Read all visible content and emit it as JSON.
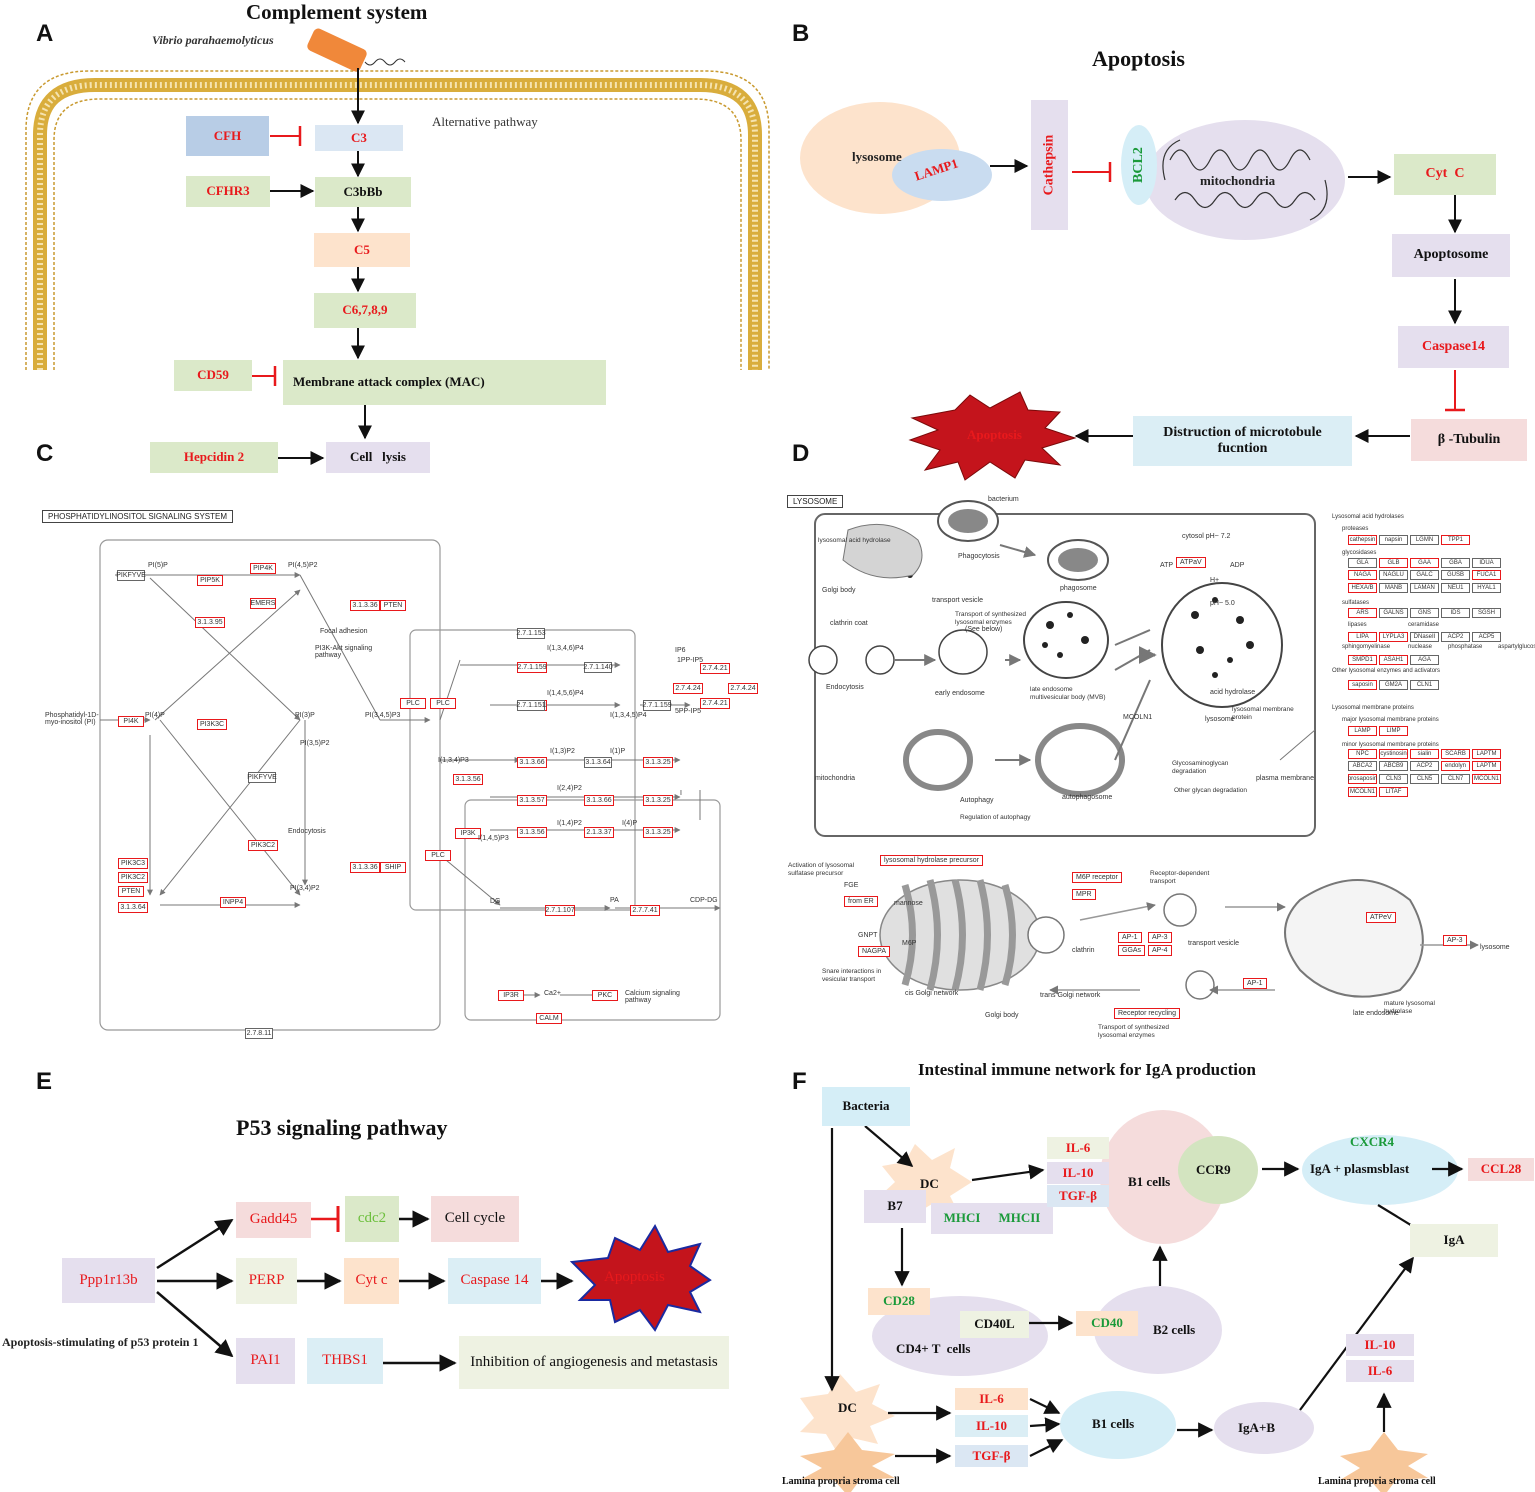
{
  "panels": {
    "A": {
      "label": "A",
      "title": "Complement system",
      "bacterium": "Vibrio parahaemolyticus",
      "pathway_note": "Alternative pathway",
      "cfh": "CFH",
      "c3": "C3",
      "cfhr3": "CFHR3",
      "c3bbb": "C3bBb",
      "c5": "C5",
      "c6789": "C6,7,8,9",
      "cd59": "CD59",
      "mac": "Membrane attack complex (MAC)",
      "hepcidin": "Hepcidin 2",
      "lysis": "Cell   lysis"
    },
    "B": {
      "label": "B",
      "title": "Apoptosis",
      "lysosome": "lysosome",
      "lamp1": "LAMP1",
      "cathepsin": "Cathepsin",
      "bcl2": "BCL2",
      "mitochondria": "mitochondria",
      "cytc": "Cyt  C",
      "apoptosome": "Apoptosome",
      "caspase14": "Caspase14",
      "tubulin": "β -Tubulin",
      "distruction": "Distruction of  microtobule fucntion",
      "apoptosis": "Apoptosis"
    },
    "C": {
      "label": "C",
      "title": "PHOSPHATIDYLINOSITOL SIGNALING SYSTEM",
      "red_boxes": [
        "PIP4K",
        "PIP5K",
        "EMERS",
        "3.1.3.95",
        "3.1.3.36",
        "PTEN",
        "PI3K3C",
        "PLC",
        "PLC",
        "PI4K",
        "PIK3C2",
        "PIK3C3",
        "PIK3C2",
        "PTEN",
        "3.1.3.64",
        "INPP4",
        "3.1.3.36",
        "SHIP",
        "PLC",
        "2.7.1.159",
        "2.7.1.151",
        "3.1.3.56",
        "3.1.3.66",
        "3.1.3.57",
        "3.1.3.66",
        "3.1.3.25",
        "3.1.3.25",
        "3.1.3.56",
        "2.1.3.37",
        "3.1.3.25",
        "IP3K",
        "2.7.1.107",
        "2.7.7.41",
        "IP3R",
        "PKC",
        "CALM",
        "2.7.4.21",
        "2.7.4.24",
        "2.7.4.24",
        "2.7.4.21"
      ],
      "grey_boxes": [
        "PIKFYVE",
        "PIKFYVE",
        "2.7.1.153",
        "2.7.1.140",
        "2.7.1.151",
        "3.1.3.64",
        "2.7.1.159",
        "2.7.8.11"
      ],
      "labels": [
        "PI(5)P",
        "PI(4,5)P2",
        "Phosphatidyl-1D-myo-inositol (PI)",
        "PI(4)P",
        "PI(3)P",
        "PI(3,5)P2",
        "PI(3,4,5)P3",
        "PI(3,4)P2",
        "Focal adhesion",
        "PI3K-Akt signaling pathway",
        "Endocytosis",
        "I(1,3,4,6)P4",
        "I(1,4,5,6)P4",
        "I(1,3,4,5)P4",
        "I(1,3,4)P3",
        "I(1,3)P2",
        "I(2,4)P2",
        "I(1,4)P2",
        "I(1,4,5)P3",
        "I(1)P",
        "I(4)P",
        "I",
        "DG",
        "PA",
        "CDP-DG",
        "Calcium signaling pathway",
        "IP6",
        "1PP-IP5",
        "5PP-IP5",
        "Ca2+"
      ]
    },
    "D": {
      "label": "D",
      "title": "LYSOSOME",
      "labels": [
        "bacterium",
        "lysosomal acid hydrolase",
        "Golgi body",
        "transport vesicle",
        "Phagocytosis",
        "phagosome",
        "cytosol pH~ 7.2",
        "ATP",
        "ADP",
        "ATPaV",
        "H+",
        "pH~ 5.0",
        "acid hydrolase",
        "lysosome",
        "lysosomal membrane protein",
        "Transport of synthesized lysosomal enzymes",
        "(See below)",
        "clathrin coat",
        "Endocytosis",
        "early endosome",
        "late endosome multivesicular body (MVB)",
        "MCOLN1",
        "mitochondria",
        "Autophagy",
        "autophagosome",
        "Regulation of autophagy",
        "Glycosaminoglycan degradation",
        "Other glycan degradation",
        "plasma membrane",
        "Activation of lysosomal sulfatase precursor",
        "FGE",
        "from ER",
        "GNPT",
        "NAGPA",
        "lysosomal hydrolase precursor",
        "mannose",
        "M6P",
        "cis Golgi network",
        "Golgi body",
        "trans Golgi network",
        "M6P receptor",
        "MPR",
        "clathrin",
        "AP-1",
        "AP-3",
        "GGAs",
        "AP-4",
        "Receptor-dependent transport",
        "transport vesicle",
        "AP-1",
        "Receptor recycling",
        "Transport of synthesized lysosomal enzymes",
        "ATPeV",
        "AP-3",
        "lysosome",
        "late endosome",
        "mature lysosomal hydrolase",
        "Snare interactions in vesicular transport"
      ],
      "right_headers": [
        "Lysosomal acid hydrolases",
        "proteases",
        "glycosidases",
        "sulfatases",
        "lipases",
        "ceramidase",
        "nuclease",
        "phosphatase",
        "aspartylglucosaminidase",
        "sphingomyelinase",
        "Other lysosomal enzymes and activators",
        "Lysosomal membrane proteins",
        "major lysosomal membrane proteins",
        "minor lysosomal membrane proteins"
      ],
      "enzymes": [
        [
          "cathepsin",
          "napsin",
          "LGMN",
          "TPP1"
        ],
        [
          "GLA",
          "GLB",
          "GAA",
          "GBA",
          "IDUA"
        ],
        [
          "NAGA",
          "NAGLU",
          "GALC",
          "GUSB",
          "FUCA1"
        ],
        [
          "HEXA/B",
          "MANB",
          "LAMAN",
          "NEU1",
          "HYAL1"
        ],
        [
          "ARS",
          "GALNS",
          "GNS",
          "IDS",
          "SGSH"
        ],
        [
          "LIPA",
          "LYPLA3",
          "DNaseII",
          "ACP2",
          "ACP5"
        ],
        [
          "SMPD1",
          "ASAH1",
          "AGA"
        ],
        [
          "saposin",
          "GM2A",
          "CLN1"
        ],
        [
          "LAMP",
          "LIMP"
        ],
        [
          "NPC",
          "cystinosin",
          "sialin",
          "SCARB",
          "LAPTM"
        ],
        [
          "ABCA2",
          "ABCB9",
          "ACP2",
          "endolyn",
          "LAPTM"
        ],
        [
          "prosaposin",
          "CLN3",
          "CLN5",
          "CLN7",
          "MCOLN1"
        ],
        [
          "MCOLN1",
          "LITAF"
        ]
      ]
    },
    "E": {
      "label": "E",
      "title": "P53 signaling pathway",
      "ppp": "Ppp1r13b",
      "ppp_note": "Apoptosis-stimulating of p53 protein 1",
      "gadd45": "Gadd45",
      "cdc2": "cdc2",
      "cellcycle": "Cell cycle",
      "perp": "PERP",
      "cytc": "Cyt c",
      "caspase14": "Caspase 14",
      "apoptosis": "Apoptosis",
      "pai1": "PAI1",
      "thbs1": "THBS1",
      "inhibition": "Inhibition of angiogenesis and metastasis"
    },
    "F": {
      "label": "F",
      "title": "Intestinal immune network for IgA production",
      "bacteria": "Bacteria",
      "dc": "DC",
      "b7": "B7",
      "mhci": "MHCI",
      "mhcii": "MHCII",
      "il6": "IL-6",
      "il10": "IL-10",
      "tgfb": "TGF-β",
      "b1cells": "B1 cells",
      "ccr9": "CCR9",
      "cxcr4": "CXCR4",
      "igaplasma": "IgA + plasmsblast",
      "ccl28": "CCL28",
      "iga": "IgA",
      "cd28": "CD28",
      "cd40l": "CD40L",
      "cd40": "CD40",
      "cd4t": "CD4+ T  cells",
      "b2cells": "B2 cells",
      "dc2": "DC",
      "il6b": "IL-6",
      "il10b": "IL-10",
      "tgfbb": "TGF-β",
      "b1cellsb": "B1 cells",
      "igab": "IgA+B",
      "il10c": "IL-10",
      "il6c": "IL-6",
      "stroma1": "Lamina propria stroma cell",
      "stroma2": "Lamina propria stroma cell"
    }
  },
  "colors": {
    "red": "#e8191c",
    "green": "#1a9a3a",
    "lightgreen": "#dbe9c9",
    "lightblue": "#dbeef5",
    "lavender": "#e5dfee",
    "peach": "#fde3cc",
    "pink": "#f5dcdc",
    "bluegrey": "#b8cde6",
    "membrane": "#d9ad3c"
  }
}
